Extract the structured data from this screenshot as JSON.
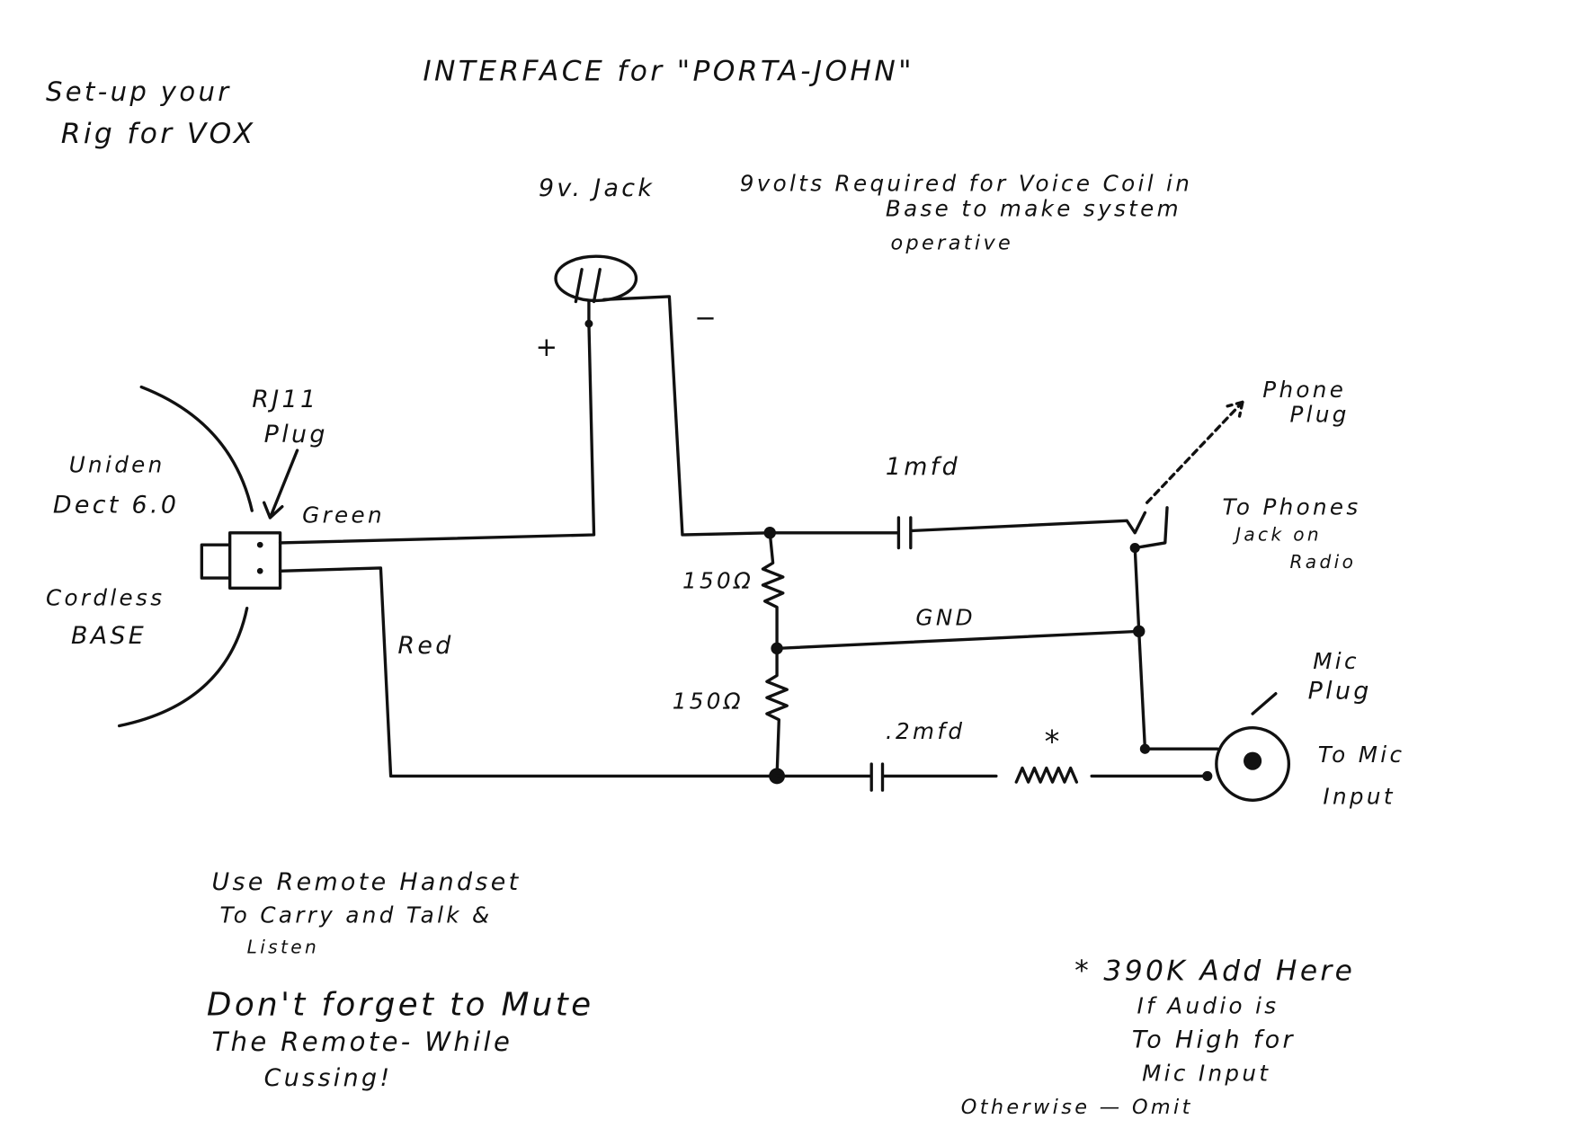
{
  "title": "INTERFACE for \"PORTA-JOHN\"",
  "setup_note": [
    "Set-up your",
    "Rig for VOX"
  ],
  "battery": {
    "jack_label": "9v. Jack",
    "note": [
      "9volts Required for Voice Coil in",
      "Base to make system",
      "operative"
    ],
    "plus": "+",
    "minus": "−"
  },
  "rj11": [
    "RJ11",
    "Plug"
  ],
  "base": {
    "line1": "Uniden",
    "line2": "Dect 6.0",
    "line3": "Cordless",
    "line4": "BASE"
  },
  "wires": {
    "green": "Green",
    "red": "Red",
    "gnd": "GND"
  },
  "components": {
    "cap1": "1mfd",
    "r1": "150Ω",
    "r2": "150Ω",
    "cap2": ".2mfd",
    "star": "*"
  },
  "phone_plug": {
    "label": [
      "Phone",
      "Plug"
    ],
    "dest": [
      "To Phones",
      "Jack on",
      "Radio"
    ]
  },
  "mic_plug": {
    "label": [
      "Mic",
      "Plug"
    ],
    "dest": [
      "To Mic",
      "Input"
    ]
  },
  "notes": {
    "handset": [
      "Use Remote Handset",
      "To Carry and Talk &",
      "Listen"
    ],
    "mute": [
      "Don't forget to Mute",
      "The Remote- While",
      "Cussing!"
    ],
    "resistor": [
      "* 390K Add Here",
      "If Audio is",
      "To High for",
      "Mic Input",
      "Otherwise — Omit"
    ]
  }
}
